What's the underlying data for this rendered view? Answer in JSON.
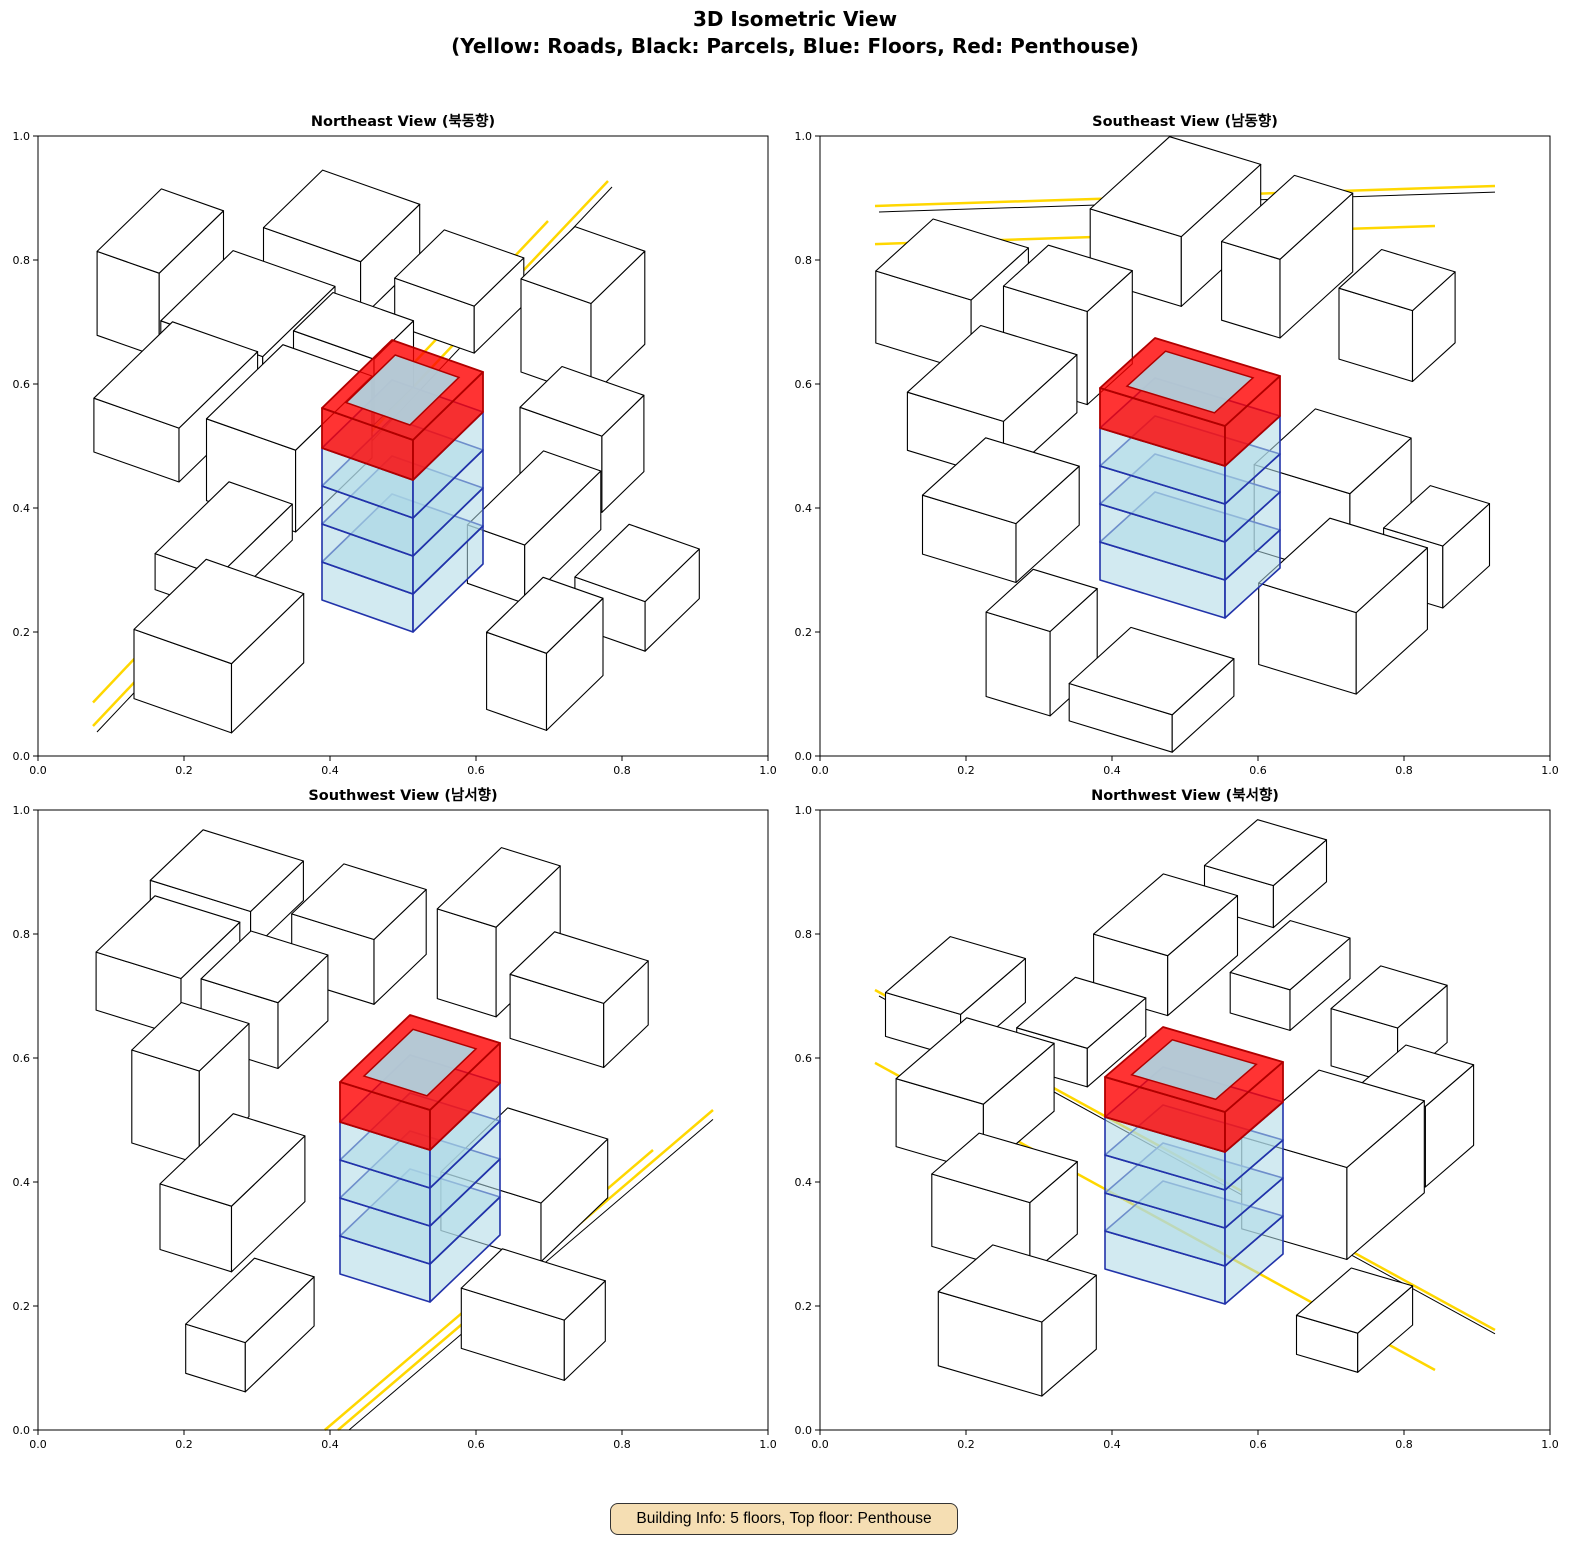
{
  "title": {
    "line1": "3D Isometric View",
    "line2": "(Yellow: Roads, Black: Parcels, Blue: Floors, Red: Penthouse)"
  },
  "chart_data": [
    {
      "type": "3d-isometric",
      "title": "Northeast View (북동향)",
      "xlim": [
        0,
        1
      ],
      "ylim": [
        0,
        1
      ],
      "xticks": [
        "0.0",
        "0.2",
        "0.4",
        "0.6",
        "0.8",
        "1.0"
      ],
      "yticks": [
        "0.0",
        "0.2",
        "0.4",
        "0.6",
        "0.8",
        "1.0"
      ]
    },
    {
      "type": "3d-isometric",
      "title": "Southeast View (남동향)",
      "xlim": [
        0,
        1
      ],
      "ylim": [
        0,
        1
      ],
      "xticks": [
        "0.0",
        "0.2",
        "0.4",
        "0.6",
        "0.8",
        "1.0"
      ],
      "yticks": [
        "0.0",
        "0.2",
        "0.4",
        "0.6",
        "0.8",
        "1.0"
      ]
    },
    {
      "type": "3d-isometric",
      "title": "Southwest View (남서향)",
      "xlim": [
        0,
        1
      ],
      "ylim": [
        0,
        1
      ],
      "xticks": [
        "0.0",
        "0.2",
        "0.4",
        "0.6",
        "0.8",
        "1.0"
      ],
      "yticks": [
        "0.0",
        "0.2",
        "0.4",
        "0.6",
        "0.8",
        "1.0"
      ]
    },
    {
      "type": "3d-isometric",
      "title": "Northwest View (북서향)",
      "xlim": [
        0,
        1
      ],
      "ylim": [
        0,
        1
      ],
      "xticks": [
        "0.0",
        "0.2",
        "0.4",
        "0.6",
        "0.8",
        "1.0"
      ],
      "yticks": [
        "0.0",
        "0.2",
        "0.4",
        "0.6",
        "0.8",
        "1.0"
      ]
    }
  ],
  "building": {
    "floors": 5,
    "top_floor": "Penthouse"
  },
  "colors": {
    "roads": "#ffd700",
    "parcels": "#000000",
    "floors": "#add8e6",
    "floor_edges": "#2233aa",
    "penthouse": "#ff0000"
  },
  "info_box": "Building Info: 5 floors, Top floor: Penthouse"
}
